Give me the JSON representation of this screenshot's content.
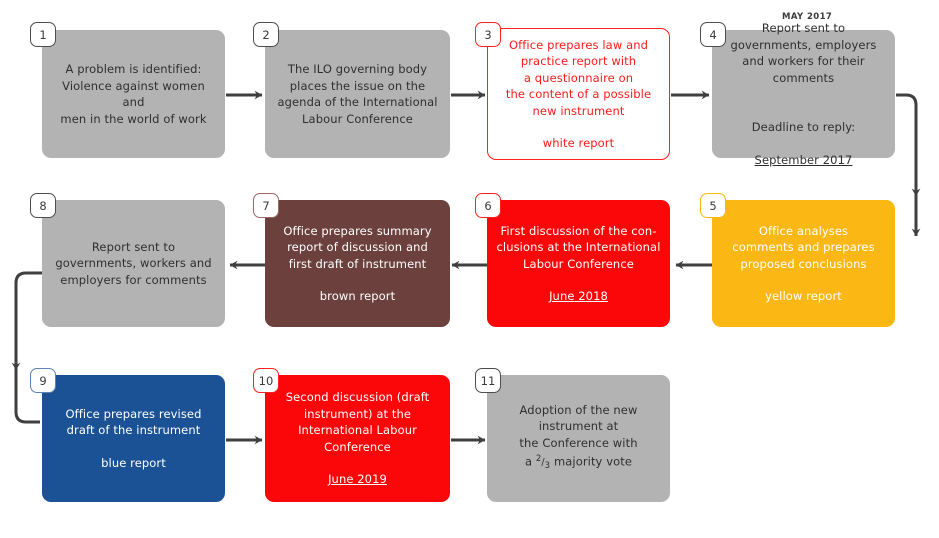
{
  "diagram": {
    "title": "ILO standard-setting process flowchart",
    "colors": {
      "gray": "#b3b3b3",
      "white_box_border": "#ff2020",
      "yellow": "#fbb714",
      "red": "#fb0709",
      "brown": "#6b403d",
      "blue": "#1b5296",
      "connector": "#3f3f3f",
      "text_dark": "#2f2f2f",
      "text_light": "#ffffff"
    },
    "steps": [
      {
        "number": "1",
        "style": "gray",
        "body": "A problem is identified:\nViolence against women and\nmen in the world of work",
        "report": "",
        "date_label": "",
        "date_value": "",
        "caption": ""
      },
      {
        "number": "2",
        "style": "gray",
        "body": "The ILO governing body\nplaces the issue on the\nagenda of the International\nLabour Conference",
        "report": "",
        "date_label": "",
        "date_value": "",
        "caption": ""
      },
      {
        "number": "3",
        "style": "white",
        "body": "Office prepares law and\npractice report with\na questionnaire on\nthe content of a possible\nnew instrument",
        "report": "white report",
        "date_label": "",
        "date_value": "",
        "caption": ""
      },
      {
        "number": "4",
        "style": "gray",
        "body": "Report sent to\ngovernments, employers\nand workers for their\ncomments",
        "report": "",
        "date_label": "Deadline to reply:",
        "date_value": "September 2017",
        "caption": "MAY 2017"
      },
      {
        "number": "5",
        "style": "yellow",
        "body": "Office analyses\ncomments and prepares\nproposed conclusions",
        "report": "yellow report",
        "date_label": "",
        "date_value": "",
        "caption": ""
      },
      {
        "number": "6",
        "style": "red",
        "body": "First discussion of the con-\nclusions at the International\nLabour Conference",
        "report": "",
        "date_label": "",
        "date_value": "June 2018",
        "caption": ""
      },
      {
        "number": "7",
        "style": "brown",
        "body": "Office prepares summary\nreport of discussion and\nfirst draft of instrument",
        "report": "brown report",
        "date_label": "",
        "date_value": "",
        "caption": ""
      },
      {
        "number": "8",
        "style": "gray",
        "body": "Report sent to\ngovernments, workers and\nemployers for comments",
        "report": "",
        "date_label": "",
        "date_value": "",
        "caption": ""
      },
      {
        "number": "9",
        "style": "blue",
        "body": "Office prepares revised\ndraft of the instrument",
        "report": "blue report",
        "date_label": "",
        "date_value": "",
        "caption": ""
      },
      {
        "number": "10",
        "style": "red",
        "body": "Second discussion (draft\ninstrument) at the\nInternational Labour\nConference",
        "report": "",
        "date_label": "",
        "date_value": "June 2019",
        "caption": ""
      },
      {
        "number": "11",
        "style": "gray",
        "body_pre": "Adoption of the new\ninstrument at\nthe Conference with\na ",
        "fraction_numerator": "2",
        "fraction_denominator": "3",
        "body_post": " majority vote",
        "report": "",
        "date_label": "",
        "date_value": "",
        "caption": ""
      }
    ]
  }
}
